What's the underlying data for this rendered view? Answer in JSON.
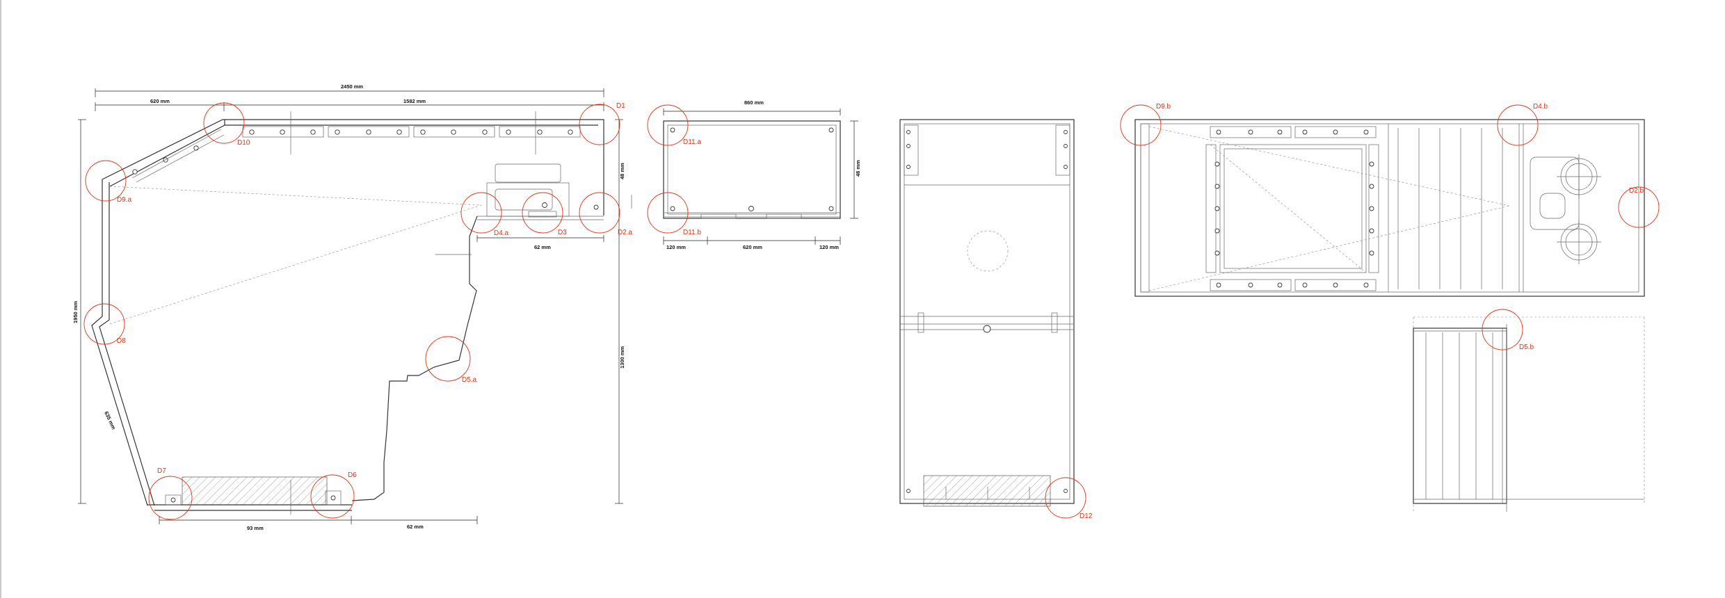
{
  "dimensions": {
    "overall_width": "2450 mm",
    "left_top_segment": "620 mm",
    "top_segment": "1582 mm",
    "left_height": "1950 mm",
    "diagonal": "635 mm",
    "right_height": "1300 mm",
    "front_height": "48 mm",
    "front_small": "62 mm",
    "bottom_left": "93 mm",
    "bottom_right": "62 mm",
    "detail_width": "860 mm",
    "detail_height": "48 mm",
    "detail_left": "120 mm",
    "detail_mid": "620 mm",
    "detail_right": "120 mm"
  },
  "callouts": {
    "d1": "D1",
    "d2a": "D2.a",
    "d3": "D3",
    "d4a": "D4.a",
    "d5a": "D5.a",
    "d6": "D6",
    "d7": "D7",
    "d8": "D8",
    "d9a": "D9.a",
    "d10": "D10",
    "d11a": "D11.a",
    "d11b": "D11.b",
    "d12": "D12",
    "d9b": "D9.b",
    "d4b": "D4.b",
    "d2b": "D2.b",
    "d5b": "D5.b"
  },
  "colors": {
    "callout": "#e53010",
    "line": "#333333"
  }
}
